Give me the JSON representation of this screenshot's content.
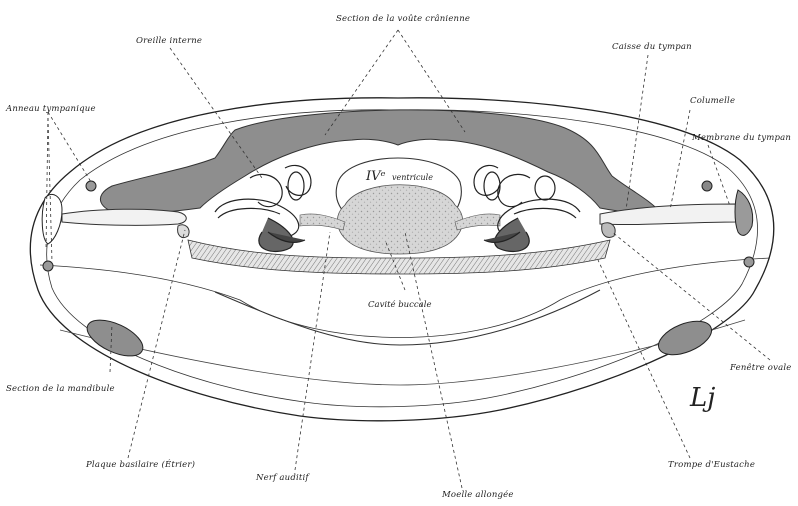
{
  "labels": {
    "section_voute": "Section de la voûte crânienne",
    "oreille_interne": "Oreille interne",
    "caisse_tympan": "Caisse du tympan",
    "anneau_tympanique": "Anneau tympanique",
    "columelle": "Columelle",
    "membrane_tympan": "Membrane du tympan",
    "ventricule_numeral": "IVᵉ",
    "ventricule_word": "ventricule",
    "cavite_buccale": "Cavité buccale",
    "fenetre_ovale": "Fenêtre ovale",
    "section_mandibule": "Section de la mandibule",
    "plaque_basilaire": "Plaque basilaire (Étrier)",
    "nerf_auditif": "Nerf auditif",
    "moelle_allongee": "Moelle allongée",
    "trompe_eustache": "Trompe d'Eustache",
    "signature": "Lj"
  },
  "colors": {
    "ink": "#222222",
    "bone_shading": "#8a8a8a",
    "stippled_tissue": "#c9c9c9",
    "background": "#ffffff"
  }
}
